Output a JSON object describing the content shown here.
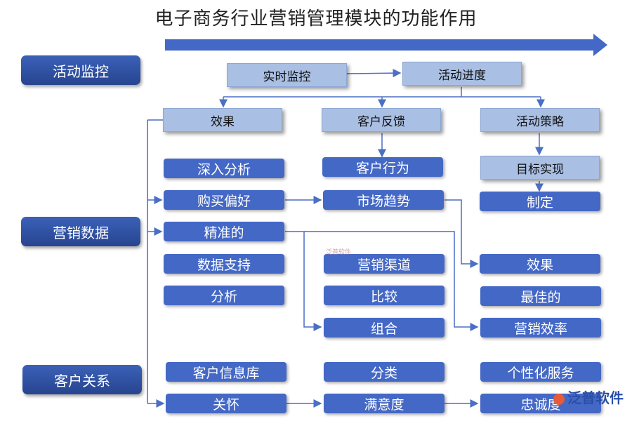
{
  "title": "电子商务行业营销管理模块的功能作用",
  "categories": {
    "activity_monitor": "活动监控",
    "marketing_data": "营销数据",
    "customer_relation": "客户关系"
  },
  "top_boxes": {
    "realtime_monitor": "实时监控",
    "activity_progress": "活动进度",
    "effect": "效果",
    "customer_feedback": "客户反馈",
    "activity_strategy": "活动策略",
    "goal_achieve": "目标实现"
  },
  "dark_boxes": {
    "deep_analysis": "深入分析",
    "purchase_pref": "购买偏好",
    "precise": "精准的",
    "data_support": "数据支持",
    "analysis": "分析",
    "customer_behavior": "客户行为",
    "market_trend": "市场趋势",
    "marketing_channel": "营销渠道",
    "compare": "比较",
    "combination": "组合",
    "formulate": "制定",
    "effect2": "效果",
    "best": "最佳的",
    "marketing_efficiency": "营销效率",
    "customer_db": "客户信息库",
    "classify": "分类",
    "personalized_service": "个性化服务",
    "care": "关怀",
    "satisfaction": "满意度",
    "loyalty": "忠诚度"
  },
  "watermark": {
    "logo_text": "泛普软件",
    "small_text": "泛普软件"
  },
  "colors": {
    "dark_blue": "#4468c6",
    "navy": "#2d4a9b",
    "light_blue": "#a9bfe3",
    "line": "#4a6fc4"
  }
}
